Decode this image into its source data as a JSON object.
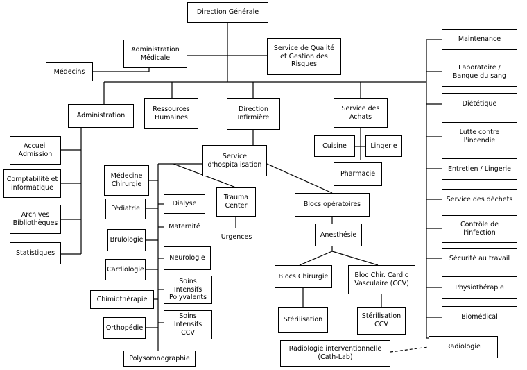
{
  "nodes": {
    "direction_generale": "Direction Générale",
    "administration_medicale": "Administration\nMédicale",
    "medecins": "Médecins",
    "service_qualite": "Service de Qualité\net Gestion des\nRisques",
    "administration": "Administration",
    "ressources_humaines": "Ressources\nHumaines",
    "direction_infirmiere": "Direction\nInfirmière",
    "service_achats": "Service des\nAchats",
    "cuisine": "Cuisine",
    "lingerie": "Lingerie",
    "pharmacie": "Pharmacie",
    "accueil_admission": "Accueil\nAdmission",
    "comptabilite": "Comptabilité et\ninformatique",
    "archives": "Archives\nBibliothèques",
    "statistiques": "Statistiques",
    "service_hospitalisation": "Service\nd'hospitalisation",
    "medecine_chirurgie": "Médecine\nChirurgie",
    "pediatrie": "Pédiatrie",
    "brulologie": "Brulologie",
    "cardiologie": "Cardiologie",
    "chimiotherapie": "Chimiothérapie",
    "orthopedie": "Orthopédie",
    "dialyse": "Dialyse",
    "maternite": "Maternité",
    "neurologie": "Neurologie",
    "soins_intensifs_polyvalents": "Soins Intensifs\nPolyvalents",
    "soins_intensifs_ccv": "Soins Intensifs\nCCV",
    "polysomnographie": "Polysomnographie",
    "trauma_center": "Trauma\nCenter",
    "urgences": "Urgences",
    "blocs_operatoires": "Blocs opératoires",
    "anesthesie": "Anesthésie",
    "blocs_chirurgie": "Blocs Chirurgie",
    "bloc_chir_cardio": "Bloc Chir. Cardio\nVasculaire (CCV)",
    "sterilisation": "Stérilisation",
    "sterilisation_ccv": "Stérilisation\nCCV",
    "radiologie_interventionnelle": "Radiologie interventionnelle\n(Cath-Lab)",
    "maintenance": "Maintenance",
    "laboratoire": "Laboratoire /\nBanque du sang",
    "dietetique": "Diététique",
    "lutte_incendie": "Lutte contre\nl'incendie",
    "entretien_lingerie": "Entretien / Lingerie",
    "service_dechets": "Service des déchets",
    "controle_infection": "Contrôle de\nl'infection",
    "securite_travail": "Sécurité au travail",
    "physiotherapie": "Physiothérapie",
    "biomedical": "Biomédical",
    "radiologie": "Radiologie"
  }
}
